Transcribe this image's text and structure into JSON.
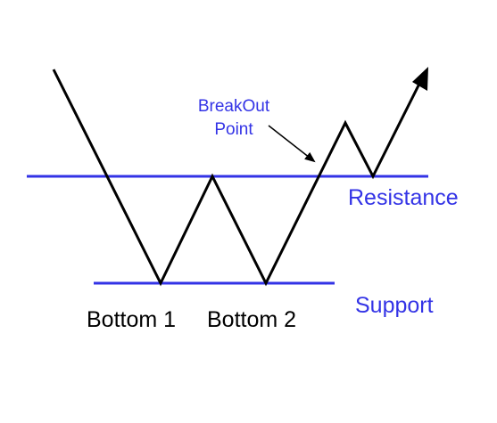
{
  "labels": {
    "bottom1": "Bottom 1",
    "bottom2": "Bottom 2",
    "resistance": "Resistance",
    "support": "Support",
    "breakout_line1": "BreakOut",
    "breakout_line2": "Point"
  },
  "colors": {
    "level_lines": "#3333e6",
    "price_path": "#000000",
    "label_text": "#000000",
    "level_label_text": "#3333e6"
  }
}
